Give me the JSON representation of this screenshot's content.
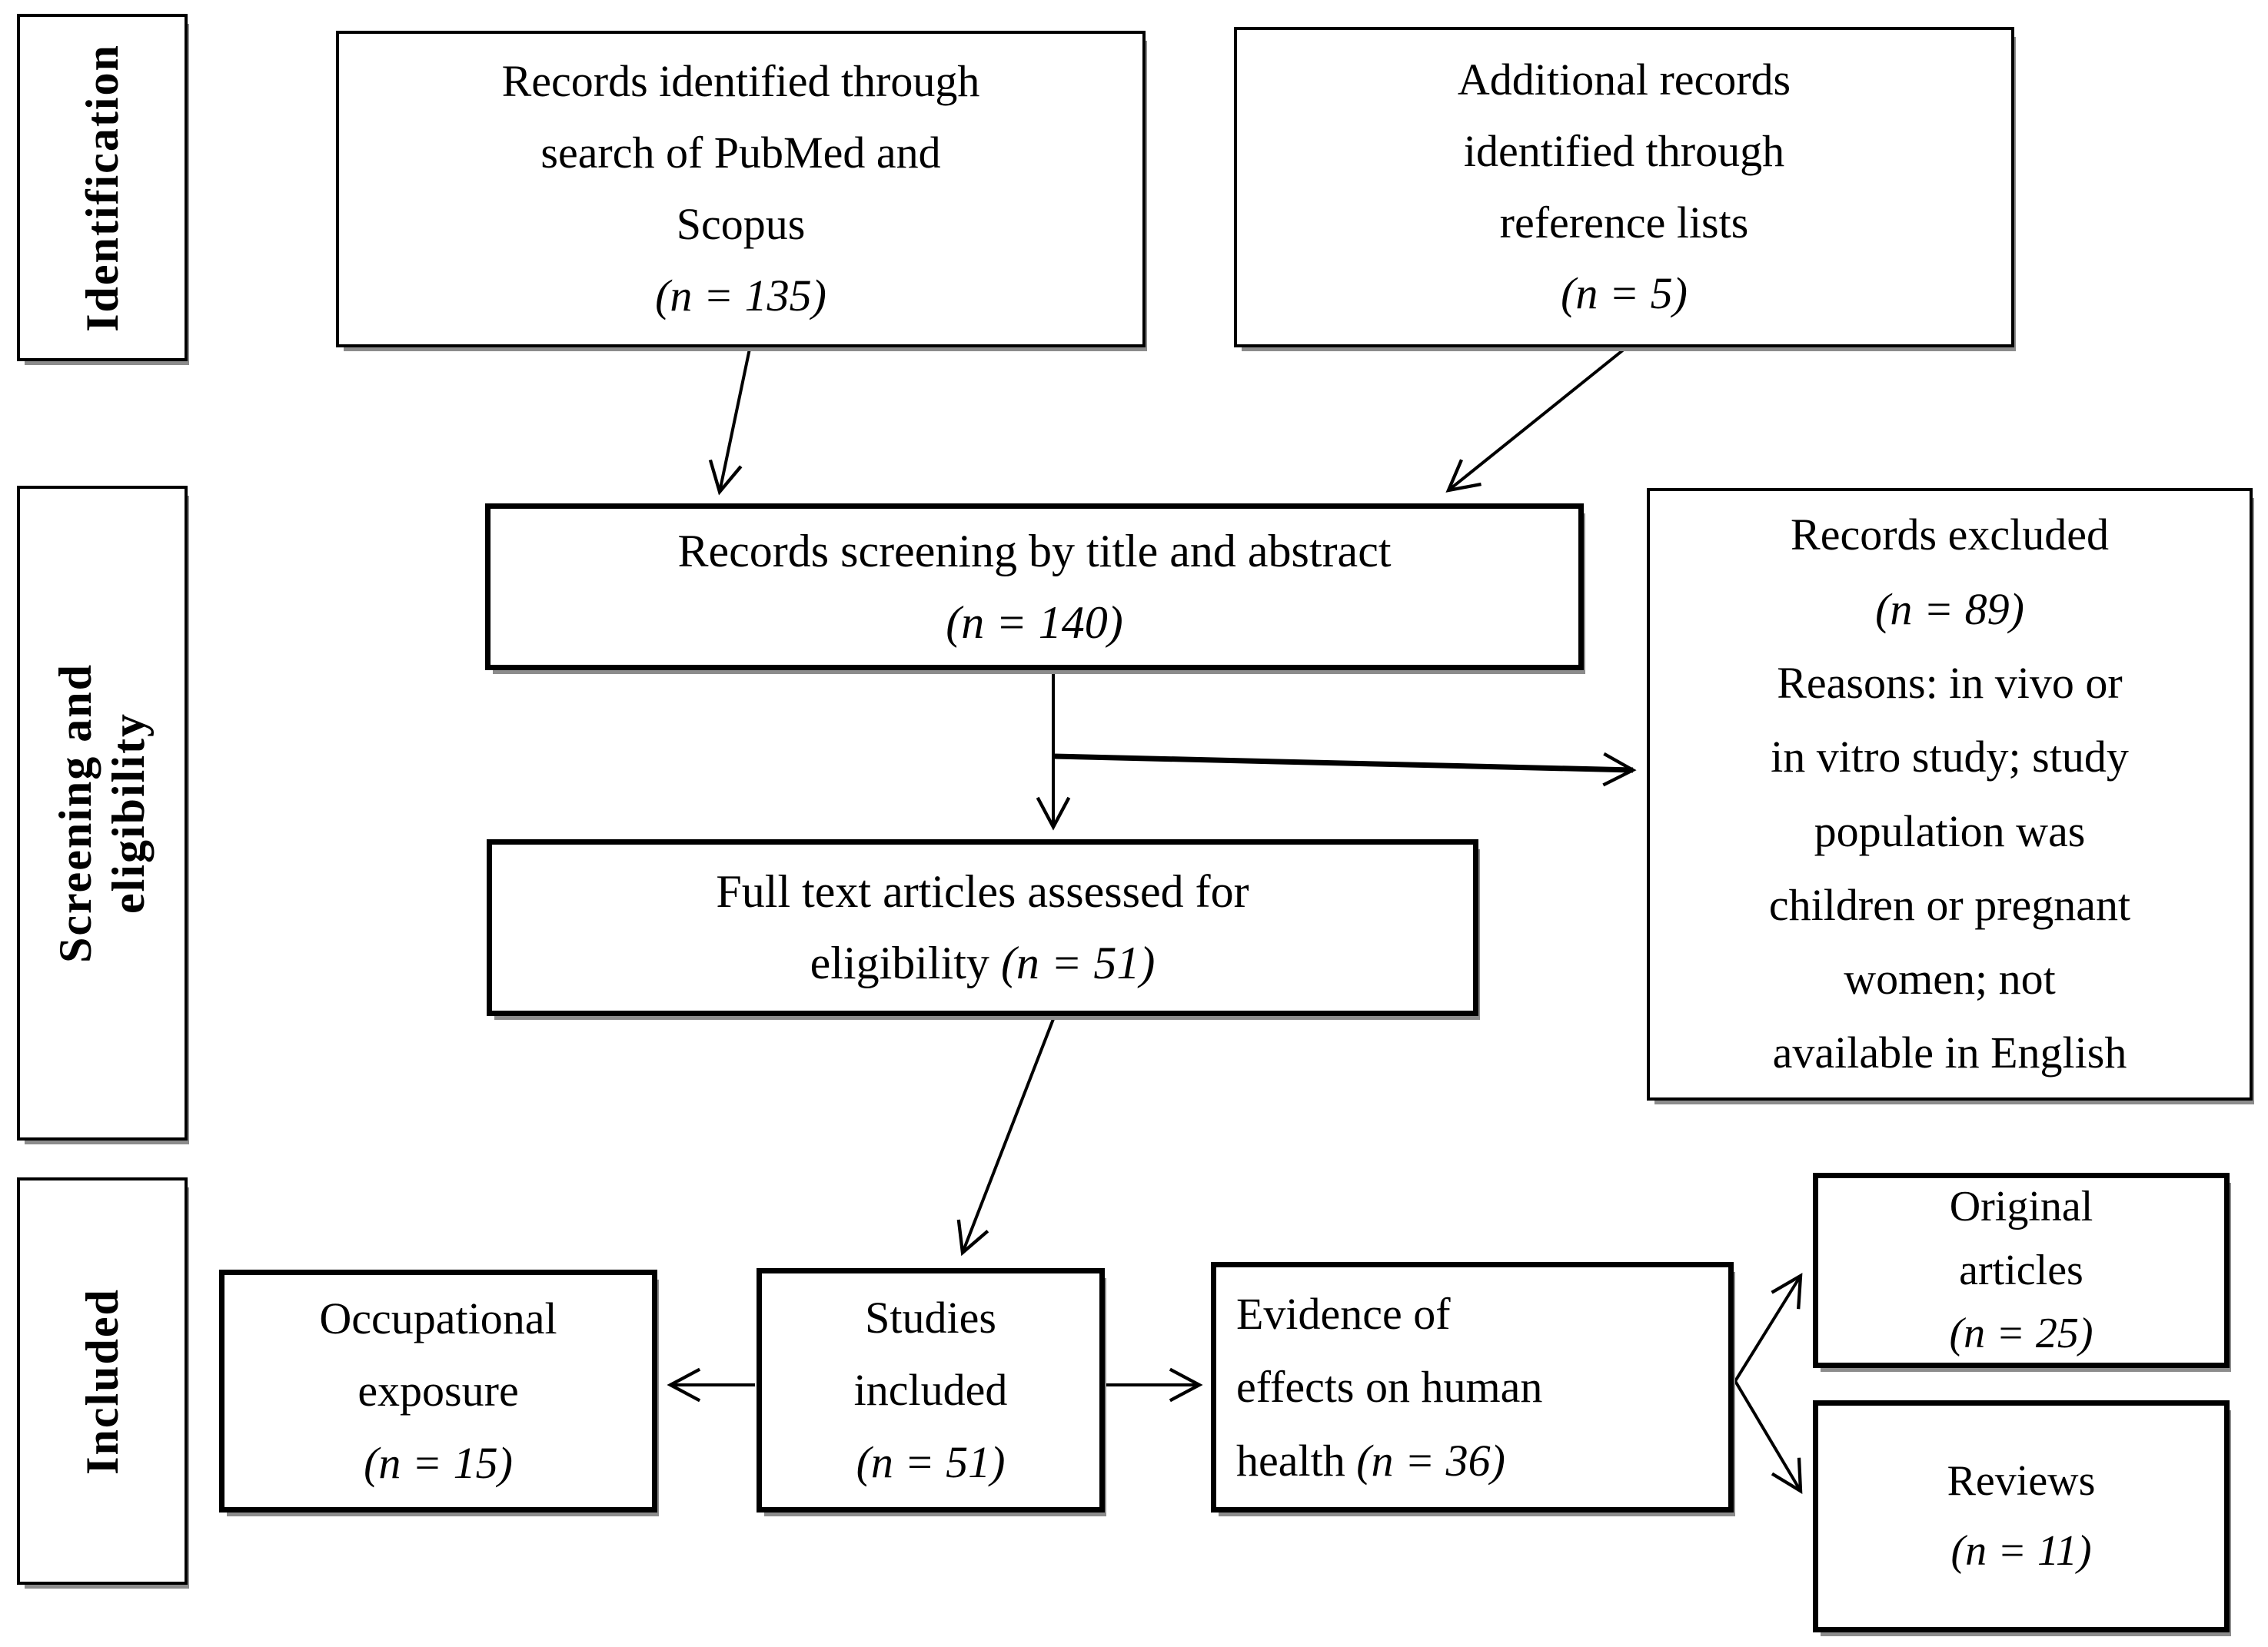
{
  "colors": {
    "background": "#ffffff",
    "box_border": "#000000",
    "text": "#000000",
    "shadow": "#8c8c8c"
  },
  "stages": [
    {
      "lines": [
        "Identification"
      ]
    },
    {
      "lines": [
        "Screening and",
        "eligibility"
      ]
    },
    {
      "lines": [
        "Included"
      ]
    }
  ],
  "boxes": {
    "identified": {
      "lines": [
        "Records identified through",
        "search of PubMed and",
        "Scopus"
      ],
      "count": "(n = 135)"
    },
    "additional": {
      "lines": [
        "Additional records",
        "identified through",
        "reference lists"
      ],
      "count": "(n = 5)"
    },
    "screening": {
      "line": "Records screening by title and abstract",
      "count": "(n = 140)"
    },
    "excluded": {
      "title": "Records excluded",
      "count": "(n = 89)",
      "reasons": [
        "Reasons: in vivo or",
        "in vitro study; study",
        "population was",
        "children or pregnant",
        "women; not",
        "available in English"
      ]
    },
    "fulltext": {
      "line": "Full text articles assessed for",
      "line2_pre": "eligibility ",
      "count": "(n = 51)"
    },
    "occupational": {
      "lines": [
        "Occupational",
        "exposure"
      ],
      "count": "(n = 15)"
    },
    "studies": {
      "lines": [
        "Studies",
        "included"
      ],
      "count": "(n = 51)"
    },
    "evidence": {
      "lines": [
        "Evidence of",
        "effects on human"
      ],
      "line3_pre": "health ",
      "count": "(n = 36)"
    },
    "original": {
      "lines": [
        "Original",
        "articles"
      ],
      "count": "(n = 25)"
    },
    "reviews": {
      "lines": [
        "Reviews"
      ],
      "count": "(n = 11)"
    }
  }
}
